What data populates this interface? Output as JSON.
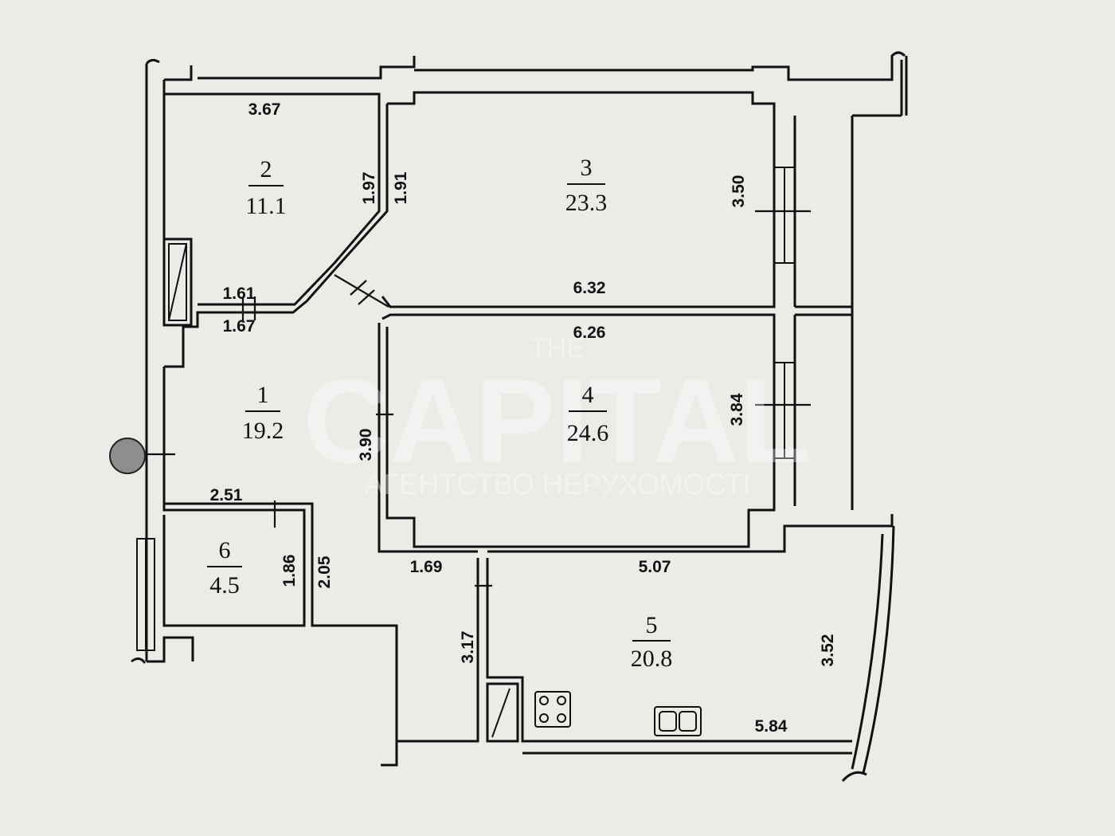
{
  "rooms": [
    {
      "number": "1",
      "area": "19.2"
    },
    {
      "number": "2",
      "area": "11.1"
    },
    {
      "number": "3",
      "area": "23.3"
    },
    {
      "number": "4",
      "area": "24.6"
    },
    {
      "number": "5",
      "area": "20.8"
    },
    {
      "number": "6",
      "area": "4.5"
    }
  ],
  "dimensions": {
    "room2_top": "3.67",
    "room2_diag_left": "1.97",
    "room2_diag_right": "1.91",
    "hall_notch_top": "1.61",
    "hall_notch_bottom": "1.67",
    "room3_right": "3.50",
    "room3_bottom": "6.32",
    "room4_top": "6.26",
    "room4_left": "3.90",
    "room4_right": "3.84",
    "room6_top": "2.51",
    "room6_inner": "1.86",
    "room6_outer": "2.05",
    "kitchen_top_left": "1.69",
    "kitchen_top_right": "5.07",
    "kitchen_left": "3.17",
    "kitchen_right": "3.52",
    "kitchen_bottom": "5.84"
  },
  "watermark": {
    "small": "THE",
    "brand": "CAPITAL",
    "tagline": "АГЕНТСТВО НЕРУХОМОСТІ"
  },
  "colors": {
    "background": "#ebebe8",
    "lines": "#111111",
    "marker": "#8e8e8e"
  },
  "icons": [
    "stove-icon",
    "sink-icon",
    "entrance-marker-icon"
  ]
}
